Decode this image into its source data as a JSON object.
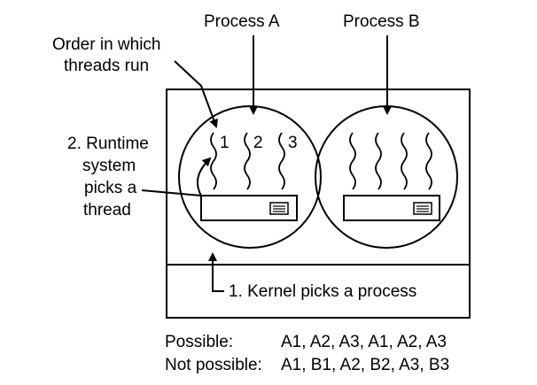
{
  "labels": {
    "process_a": "Process A",
    "process_b": "Process B",
    "order_line1": "Order in which",
    "order_line2": "threads run",
    "runtime_line1": "2. Runtime",
    "runtime_line2": "system",
    "runtime_line3": "picks a",
    "runtime_line4": "thread",
    "kernel": "1. Kernel picks a process",
    "thread_1": "1",
    "thread_2": "2",
    "thread_3": "3"
  },
  "sequences": {
    "possible_label": "Possible:",
    "possible_value": "A1, A2, A3, A1, A2, A3",
    "not_possible_label": "Not possible:",
    "not_possible_value": "A1, B1, A2, B2, A3, B3"
  }
}
